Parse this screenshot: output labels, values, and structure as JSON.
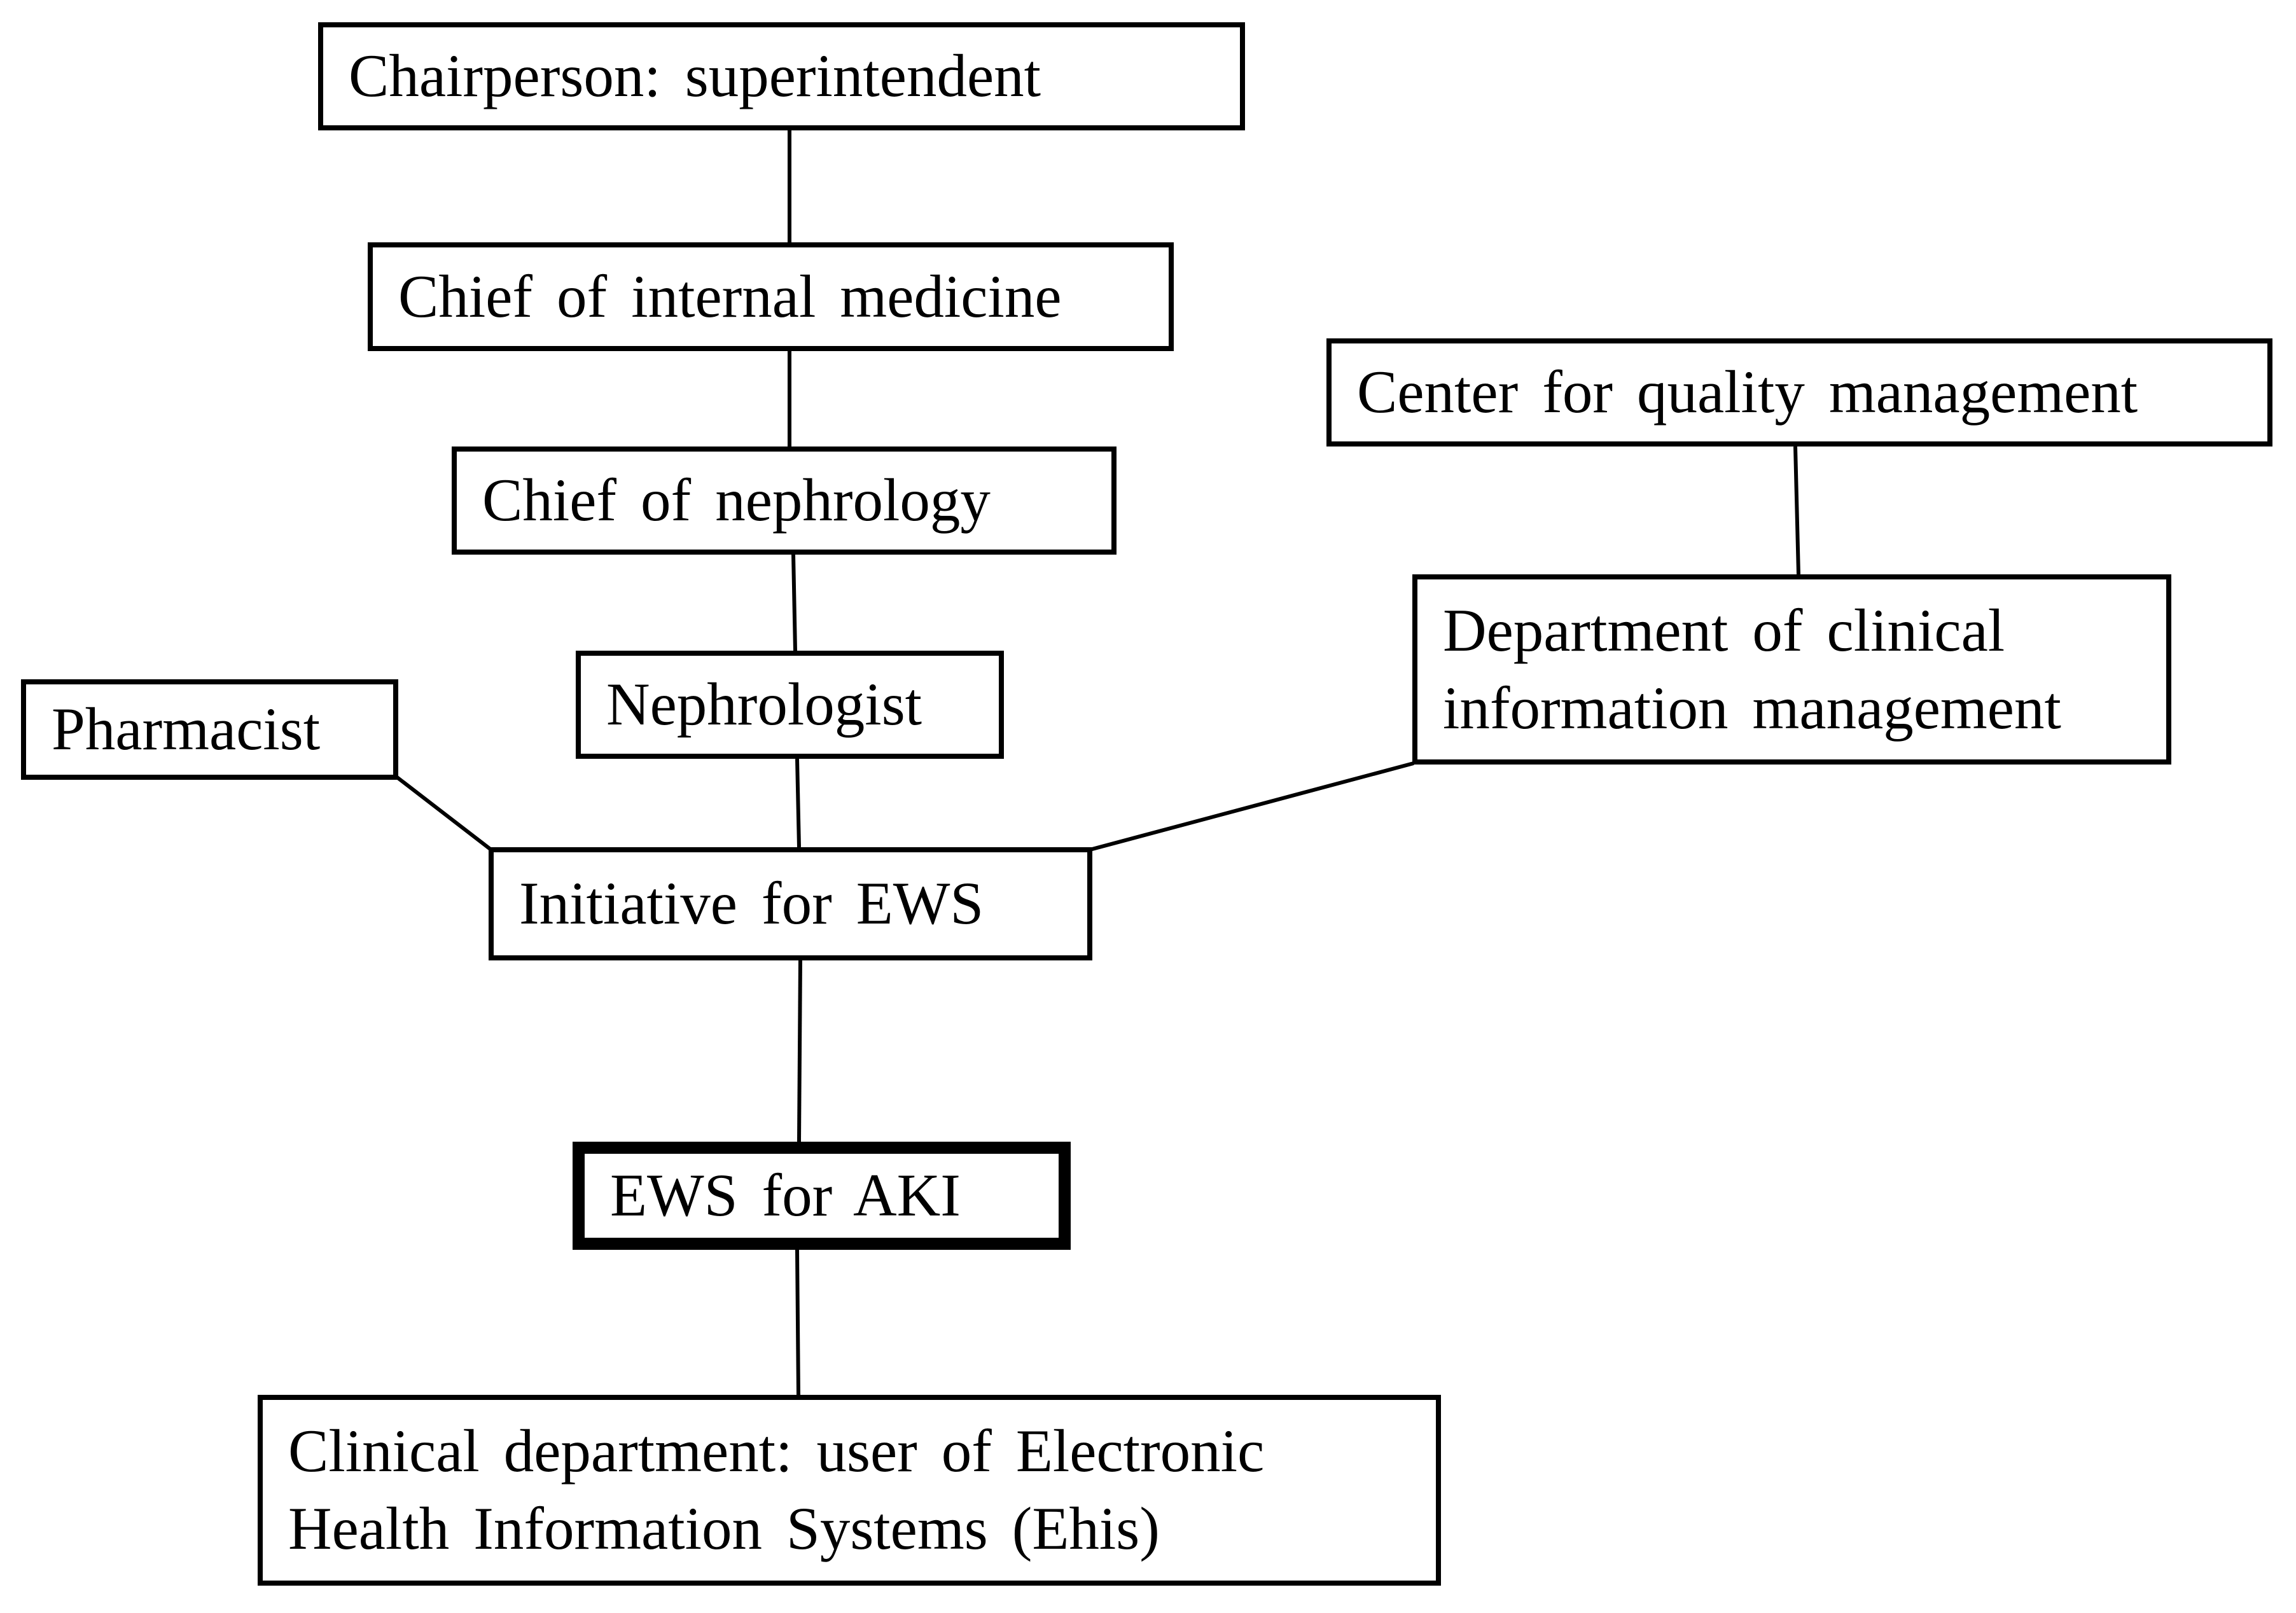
{
  "diagram": {
    "background_color": "#ffffff",
    "line_color": "#000000",
    "text_color": "#000000",
    "nodes": {
      "chairperson": {
        "label": "Chairperson: superintendent"
      },
      "chief_internal_medicine": {
        "label": "Chief of internal medicine"
      },
      "chief_nephrology": {
        "label": "Chief of nephrology"
      },
      "nephrologist": {
        "label": "Nephrologist"
      },
      "pharmacist": {
        "label": "Pharmacist"
      },
      "center_quality_management": {
        "label": "Center for quality management"
      },
      "department_clinical_information": {
        "label": "Department of clinical\ninformation management"
      },
      "initiative_for_ews": {
        "label": "Initiative for EWS"
      },
      "ews_for_aki": {
        "label": "EWS for AKI",
        "emphasis": "thick-border"
      },
      "clinical_department": {
        "label": "Clinical department: user of Electronic\nHealth Information Systems (Ehis)"
      }
    },
    "edges": [
      {
        "from": "Chairperson: superintendent",
        "to": "Chief of internal medicine"
      },
      {
        "from": "Chief of internal medicine",
        "to": "Chief of nephrology"
      },
      {
        "from": "Chief of nephrology",
        "to": "Nephrologist"
      },
      {
        "from": "Nephrologist",
        "to": "Initiative for EWS"
      },
      {
        "from": "Pharmacist",
        "to": "Initiative for EWS"
      },
      {
        "from": "Center for quality management",
        "to": "Department of clinical information management"
      },
      {
        "from": "Department of clinical information management",
        "to": "Initiative for EWS"
      },
      {
        "from": "Initiative for EWS",
        "to": "EWS for AKI"
      },
      {
        "from": "EWS for AKI",
        "to": "Clinical department: user of Electronic Health Information Systems (Ehis)"
      }
    ]
  }
}
